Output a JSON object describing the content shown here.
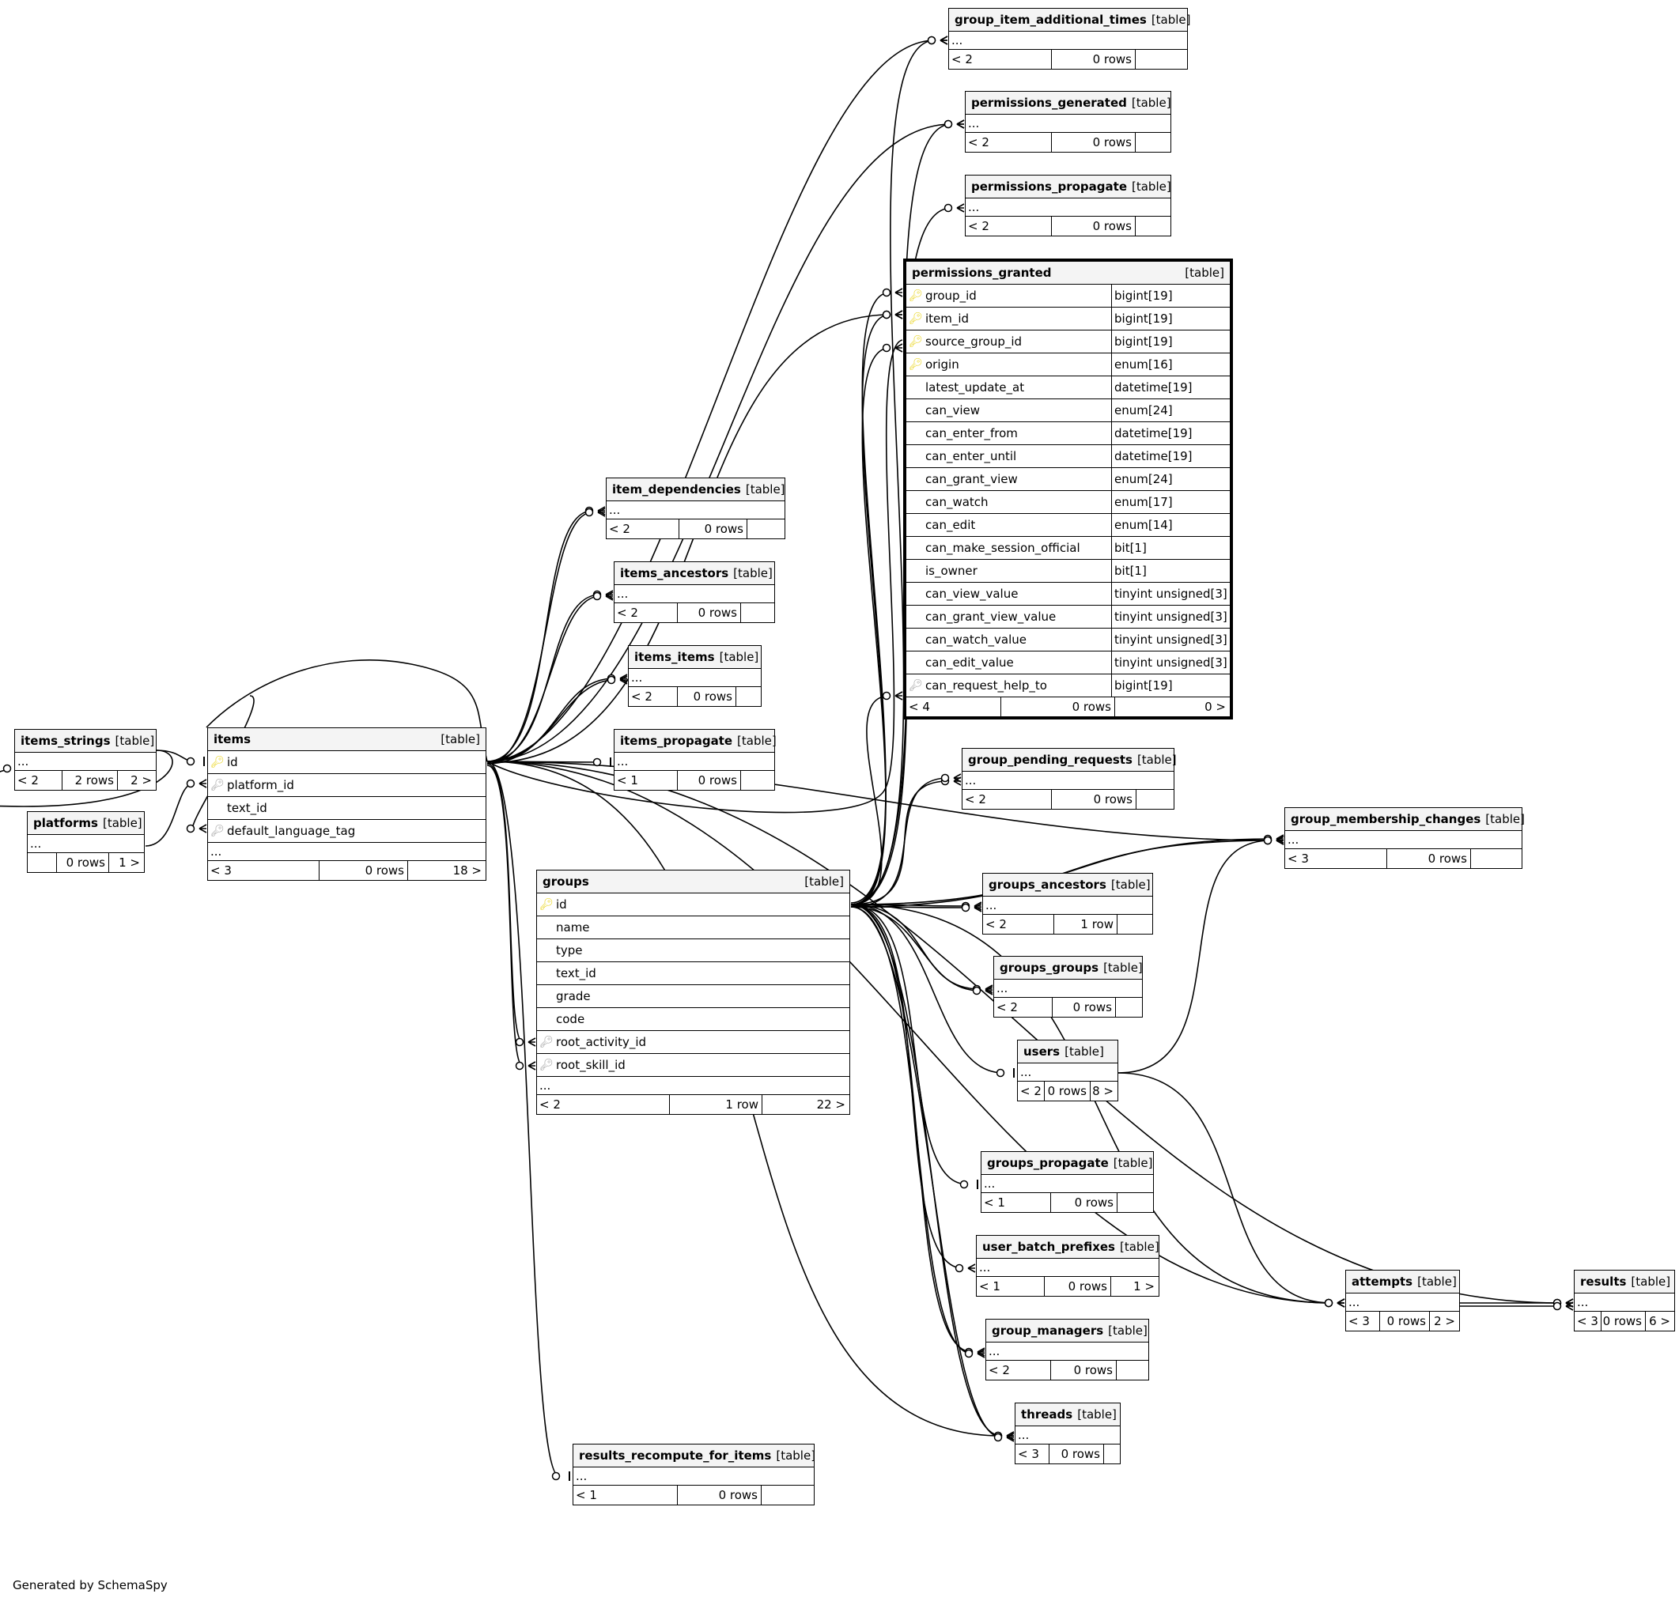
{
  "tables": {
    "group_item_additional_times": {
      "name": "group_item_additional_times",
      "tag": "[table]",
      "ellipsis": "...",
      "parents": "< 2",
      "rows": "0 rows",
      "children": ""
    },
    "permissions_generated": {
      "name": "permissions_generated",
      "tag": "[table]",
      "ellipsis": "...",
      "parents": "< 2",
      "rows": "0 rows",
      "children": ""
    },
    "permissions_propagate": {
      "name": "permissions_propagate",
      "tag": "[table]",
      "ellipsis": "...",
      "parents": "< 2",
      "rows": "0 rows",
      "children": ""
    },
    "permissions_granted": {
      "name": "permissions_granted",
      "tag": "[table]",
      "columns": [
        {
          "name": "group_id",
          "type": "bigint[19]",
          "key": "pk"
        },
        {
          "name": "item_id",
          "type": "bigint[19]",
          "key": "pk"
        },
        {
          "name": "source_group_id",
          "type": "bigint[19]",
          "key": "pk"
        },
        {
          "name": "origin",
          "type": "enum[16]",
          "key": "pk"
        },
        {
          "name": "latest_update_at",
          "type": "datetime[19]",
          "key": ""
        },
        {
          "name": "can_view",
          "type": "enum[24]",
          "key": ""
        },
        {
          "name": "can_enter_from",
          "type": "datetime[19]",
          "key": ""
        },
        {
          "name": "can_enter_until",
          "type": "datetime[19]",
          "key": ""
        },
        {
          "name": "can_grant_view",
          "type": "enum[24]",
          "key": ""
        },
        {
          "name": "can_watch",
          "type": "enum[17]",
          "key": ""
        },
        {
          "name": "can_edit",
          "type": "enum[14]",
          "key": ""
        },
        {
          "name": "can_make_session_official",
          "type": "bit[1]",
          "key": ""
        },
        {
          "name": "is_owner",
          "type": "bit[1]",
          "key": ""
        },
        {
          "name": "can_view_value",
          "type": "tinyint unsigned[3]",
          "key": ""
        },
        {
          "name": "can_grant_view_value",
          "type": "tinyint unsigned[3]",
          "key": ""
        },
        {
          "name": "can_watch_value",
          "type": "tinyint unsigned[3]",
          "key": ""
        },
        {
          "name": "can_edit_value",
          "type": "tinyint unsigned[3]",
          "key": ""
        },
        {
          "name": "can_request_help_to",
          "type": "bigint[19]",
          "key": "fk"
        }
      ],
      "parents": "< 4",
      "rows": "0 rows",
      "children": "0 >"
    },
    "item_dependencies": {
      "name": "item_dependencies",
      "tag": "[table]",
      "ellipsis": "...",
      "parents": "< 2",
      "rows": "0 rows",
      "children": ""
    },
    "items_ancestors": {
      "name": "items_ancestors",
      "tag": "[table]",
      "ellipsis": "...",
      "parents": "< 2",
      "rows": "0 rows",
      "children": ""
    },
    "items_items": {
      "name": "items_items",
      "tag": "[table]",
      "ellipsis": "...",
      "parents": "< 2",
      "rows": "0 rows",
      "children": ""
    },
    "items_propagate": {
      "name": "items_propagate",
      "tag": "[table]",
      "ellipsis": "...",
      "parents": "< 1",
      "rows": "0 rows",
      "children": ""
    },
    "items_strings": {
      "name": "items_strings",
      "tag": "[table]",
      "ellipsis": "...",
      "parents": "< 2",
      "rows": "2 rows",
      "children": "2 >"
    },
    "platforms": {
      "name": "platforms",
      "tag": "[table]",
      "ellipsis": "...",
      "parents": "",
      "rows": "0 rows",
      "children": "1 >"
    },
    "items": {
      "name": "items",
      "tag": "[table]",
      "columns": [
        {
          "name": "id",
          "key": "pk"
        },
        {
          "name": "platform_id",
          "key": "fk"
        },
        {
          "name": "text_id",
          "key": ""
        },
        {
          "name": "default_language_tag",
          "key": "fk"
        }
      ],
      "ellipsis": "...",
      "parents": "< 3",
      "rows": "0 rows",
      "children": "18 >"
    },
    "groups": {
      "name": "groups",
      "tag": "[table]",
      "columns": [
        {
          "name": "id",
          "key": "pk"
        },
        {
          "name": "name",
          "key": ""
        },
        {
          "name": "type",
          "key": ""
        },
        {
          "name": "text_id",
          "key": ""
        },
        {
          "name": "grade",
          "key": ""
        },
        {
          "name": "code",
          "key": ""
        },
        {
          "name": "root_activity_id",
          "key": "fk"
        },
        {
          "name": "root_skill_id",
          "key": "fk"
        }
      ],
      "ellipsis": "...",
      "parents": "< 2",
      "rows": "1 row",
      "children": "22 >"
    },
    "group_pending_requests": {
      "name": "group_pending_requests",
      "tag": "[table]",
      "ellipsis": "...",
      "parents": "< 2",
      "rows": "0 rows",
      "children": ""
    },
    "group_membership_changes": {
      "name": "group_membership_changes",
      "tag": "[table]",
      "ellipsis": "...",
      "parents": "< 3",
      "rows": "0 rows",
      "children": ""
    },
    "groups_ancestors": {
      "name": "groups_ancestors",
      "tag": "[table]",
      "ellipsis": "...",
      "parents": "< 2",
      "rows": "1 row",
      "children": ""
    },
    "groups_groups": {
      "name": "groups_groups",
      "tag": "[table]",
      "ellipsis": "...",
      "parents": "< 2",
      "rows": "0 rows",
      "children": ""
    },
    "users": {
      "name": "users",
      "tag": "[table]",
      "ellipsis": "...",
      "parents": "< 2",
      "rows": "0 rows",
      "children": "8 >"
    },
    "groups_propagate": {
      "name": "groups_propagate",
      "tag": "[table]",
      "ellipsis": "...",
      "parents": "< 1",
      "rows": "0 rows",
      "children": ""
    },
    "user_batch_prefixes": {
      "name": "user_batch_prefixes",
      "tag": "[table]",
      "ellipsis": "...",
      "parents": "< 1",
      "rows": "0 rows",
      "children": "1 >"
    },
    "group_managers": {
      "name": "group_managers",
      "tag": "[table]",
      "ellipsis": "...",
      "parents": "< 2",
      "rows": "0 rows",
      "children": ""
    },
    "threads": {
      "name": "threads",
      "tag": "[table]",
      "ellipsis": "...",
      "parents": "< 3",
      "rows": "0 rows",
      "children": ""
    },
    "results_recompute_for_items": {
      "name": "results_recompute_for_items",
      "tag": "[table]",
      "ellipsis": "...",
      "parents": "< 1",
      "rows": "0 rows",
      "children": ""
    },
    "attempts": {
      "name": "attempts",
      "tag": "[table]",
      "ellipsis": "...",
      "parents": "< 3",
      "rows": "0 rows",
      "children": "2 >"
    },
    "results": {
      "name": "results",
      "tag": "[table]",
      "ellipsis": "...",
      "parents": "< 3",
      "rows": "0 rows",
      "children": "6 >"
    }
  },
  "footer": {
    "credit": "Generated by SchemaSpy"
  }
}
